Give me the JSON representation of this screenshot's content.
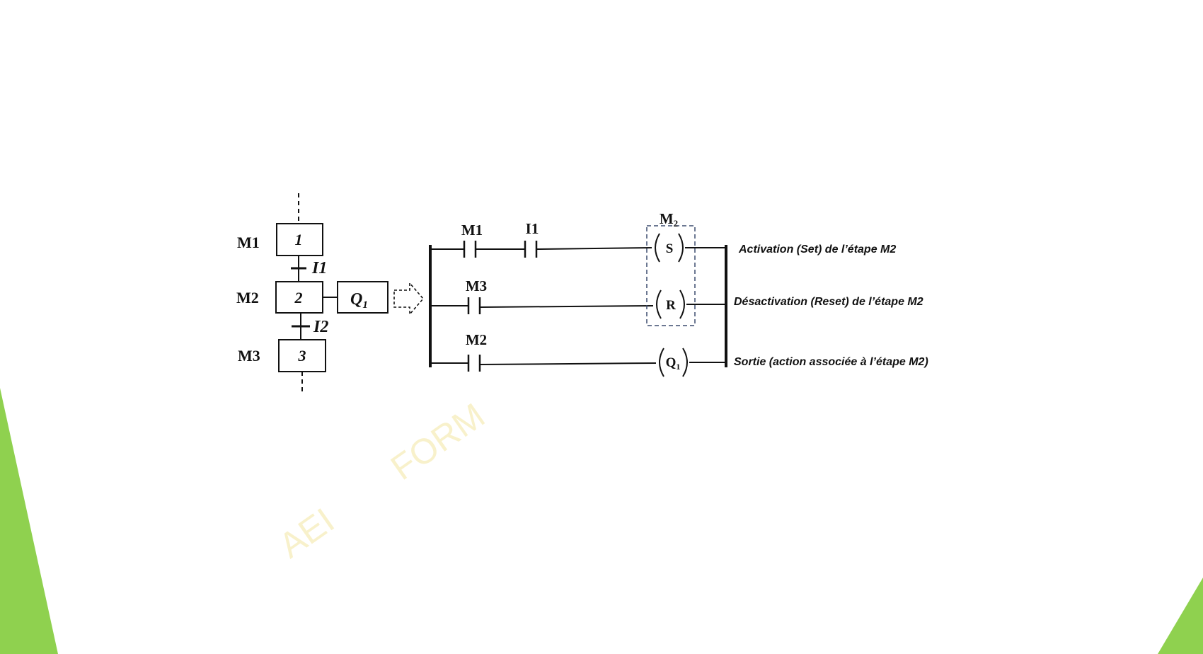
{
  "colors": {
    "accent_green": "#8fd14f",
    "line": "#111111",
    "dashed_box": "#3b4b6e",
    "watermark": "#f4e6a2"
  },
  "grafcet": {
    "step_labels": [
      "M1",
      "M2",
      "M3"
    ],
    "step_numbers": [
      "1",
      "2",
      "3"
    ],
    "transitions": [
      "I1",
      "I2"
    ],
    "action": {
      "main": "Q",
      "sub": "1"
    }
  },
  "ladder": {
    "rungs": [
      {
        "contacts": [
          "M1",
          "I1"
        ],
        "coil": "S",
        "description": "Activation (Set) de l’étape M2"
      },
      {
        "contacts": [
          "M3"
        ],
        "coil": "R",
        "description": "Désactivation (Reset) de l’étape M2"
      },
      {
        "contacts": [
          "M2"
        ],
        "coil_main": "Q",
        "coil_sub": "1",
        "description": "Sortie (action associée à l’étape M2)"
      }
    ],
    "coil_group_label": {
      "main": "M",
      "sub": "2"
    }
  },
  "watermark": {
    "word1": "AEI",
    "word2": "FORM"
  }
}
